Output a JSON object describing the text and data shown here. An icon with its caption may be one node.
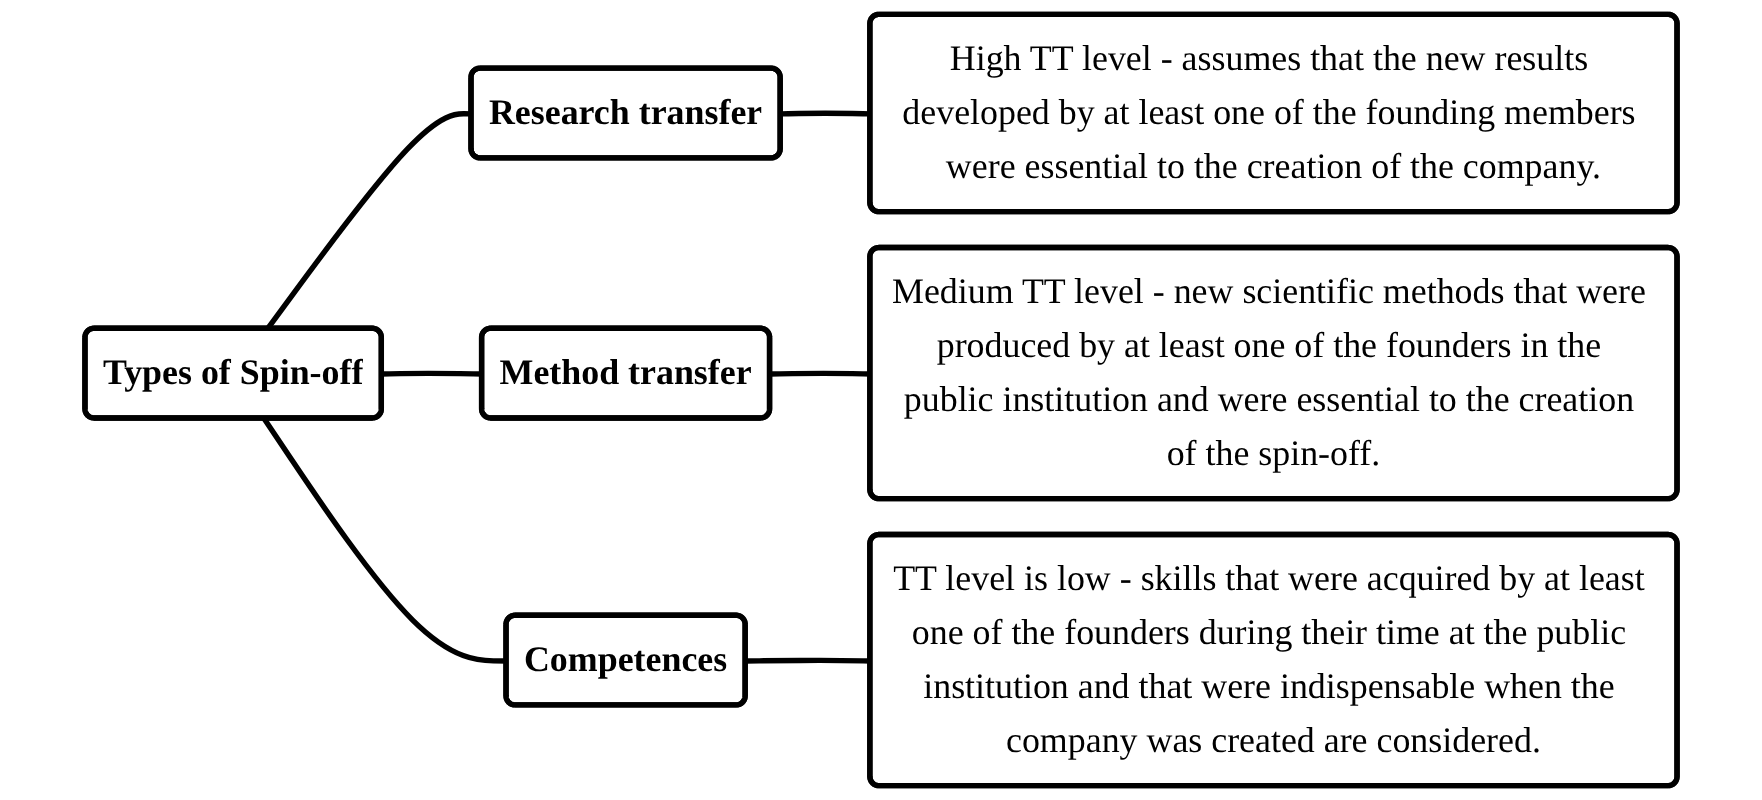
{
  "diagram": {
    "nodes": [
      {
        "text": [
          "Types of Spin-off"
        ]
      },
      {
        "text": [
          "Research transfer"
        ]
      },
      {
        "text": [
          "High TT level - assumes that the new results developed by at least one of the founding members were essential to the creation of the company."
        ]
      },
      {
        "text": [
          "Method transfer"
        ]
      },
      {
        "text": [
          "Medium TT level - new scientific methods that were produced by at least one of the founders in the public institution and were essential to the creation of the spin-off."
        ]
      },
      {
        "text": [
          "Competences"
        ]
      },
      {
        "text": [
          "TT level is low - skills that were acquired by at least one of the founders during their time at the public institution and that were indispensable when the company was created are considered."
        ]
      }
    ],
    "edges": [
      {
        "from": 0,
        "to": 1,
        "arrow": "none"
      },
      {
        "from": 0,
        "to": 3,
        "arrow": "none"
      },
      {
        "from": 0,
        "to": 5,
        "arrow": "none"
      },
      {
        "from": 1,
        "to": 2,
        "arrow": "none"
      },
      {
        "from": 3,
        "to": 4,
        "arrow": "none"
      },
      {
        "from": 5,
        "to": 6,
        "arrow": "none"
      }
    ]
  }
}
